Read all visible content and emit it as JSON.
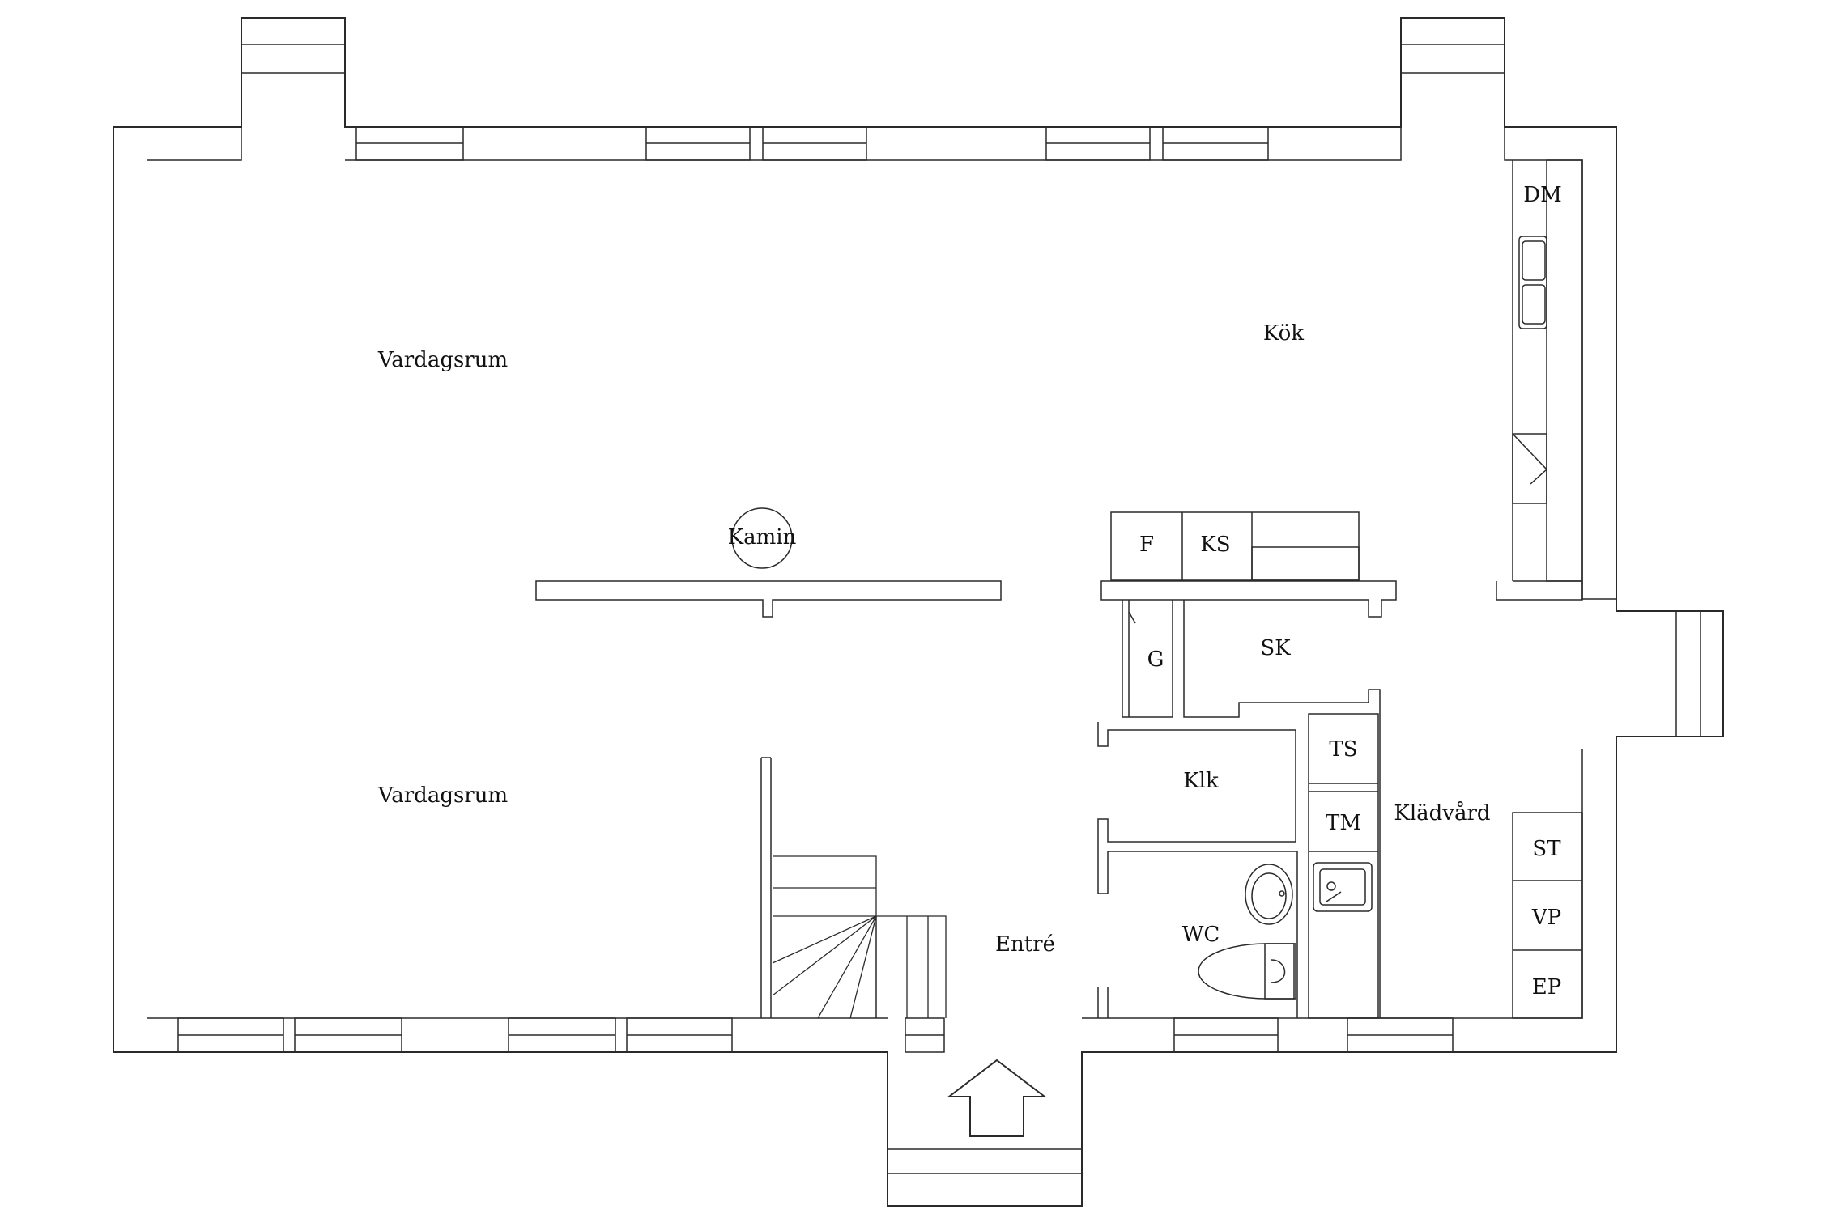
{
  "plan": {
    "line_color": "#2a2a2a",
    "detail_color": "#6a6a6a",
    "background": "#ffffff"
  },
  "rooms": {
    "living_upper": "Vardagsrum",
    "living_lower": "Vardagsrum",
    "kitchen": "Kök",
    "fireplace": "Kamin",
    "entrance": "Entré",
    "toilet": "WC",
    "laundry": "Klädvård",
    "klk": "Klk",
    "sk": "SK",
    "g": "G"
  },
  "fixtures": {
    "dm": "DM",
    "f": "F",
    "ks": "KS",
    "ts": "TS",
    "tm": "TM",
    "st": "ST",
    "vp": "VP",
    "ep": "EP"
  }
}
